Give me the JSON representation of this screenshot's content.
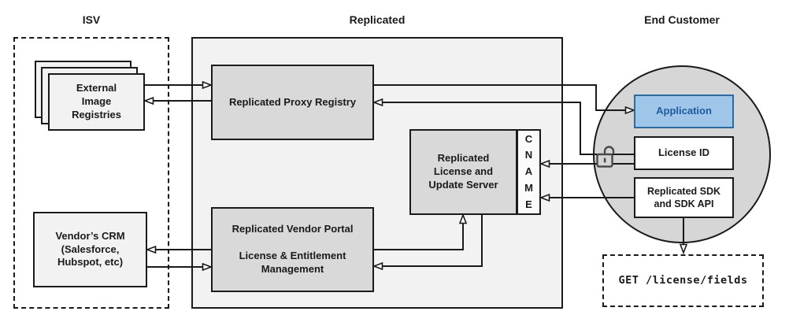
{
  "titles": {
    "isv": "ISV",
    "replicated": "Replicated",
    "end_customer": "End Customer"
  },
  "nodes": {
    "external_registries": {
      "label": "External\nImage\nRegistries"
    },
    "vendors_crm": {
      "label": "Vendor’s CRM\n(Salesforce,\nHubspot, etc)"
    },
    "proxy_registry": {
      "label": "Replicated Proxy Registry"
    },
    "license_update_server": {
      "label": "Replicated\nLicense and\nUpdate Server"
    },
    "cname": {
      "label": "C\nN\nA\nM\nE"
    },
    "vendor_portal": {
      "label": "Replicated Vendor Portal\n\nLicense & Entitlement\nManagement"
    },
    "application": {
      "label": "Application"
    },
    "license_id": {
      "label": "License ID"
    },
    "replicated_sdk": {
      "label": "Replicated SDK\nand SDK API"
    },
    "get_endpoint": {
      "label": "GET /license/fields"
    }
  },
  "icons": {
    "lock": "unlocked-padlock-icon"
  },
  "colors": {
    "application_fill": "#9fc5e8",
    "application_border": "#2d6a9f",
    "application_text": "#1f5aa0",
    "node_gray_fill": "#d9d9d9",
    "section_fill": "#f2f2f2",
    "circle_fill": "#d6d6d6",
    "line": "#1a1a1a"
  },
  "connections": [
    {
      "from": "external-image-registries",
      "to": "replicated-proxy-registry"
    },
    {
      "from": "replicated-proxy-registry",
      "to": "external-image-registries"
    },
    {
      "from": "replicated-proxy-registry",
      "to": "application"
    },
    {
      "from": "license-id",
      "to": "replicated-proxy-registry"
    },
    {
      "from": "license-id",
      "to": "cname-license-update-server"
    },
    {
      "from": "replicated-sdk",
      "to": "cname-license-update-server"
    },
    {
      "from": "vendor-portal",
      "to": "license-update-server"
    },
    {
      "from": "license-update-server",
      "to": "vendor-portal"
    },
    {
      "from": "vendor-portal",
      "to": "vendors-crm"
    },
    {
      "from": "vendors-crm",
      "to": "vendor-portal"
    },
    {
      "from": "replicated-sdk",
      "to": "get-license-fields"
    }
  ]
}
